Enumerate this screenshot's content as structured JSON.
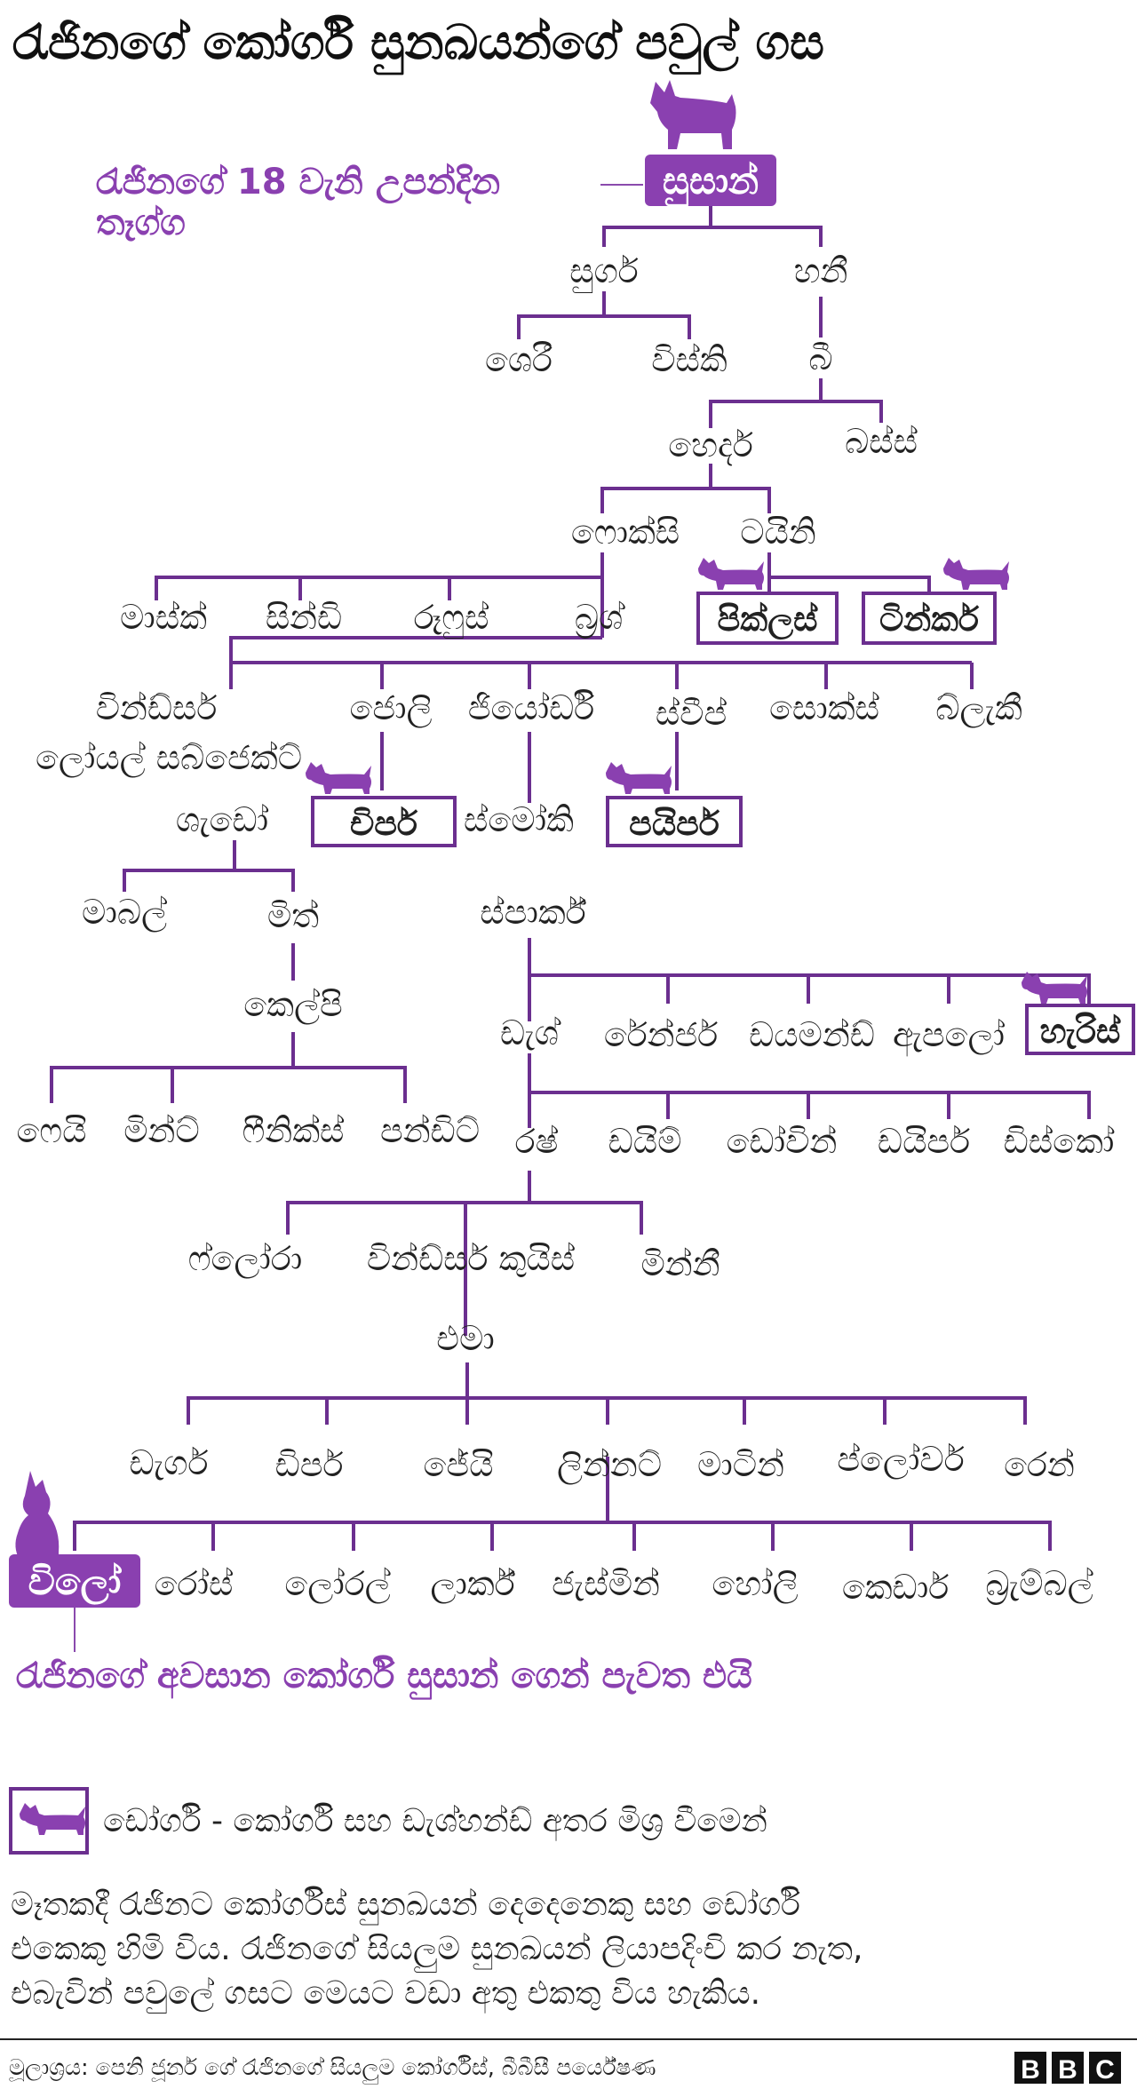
{
  "title": "රැජිනගේ කෝර්ගි සුනඛයන්ගේ පවුල් ගස",
  "colors": {
    "accent": "#8a40b0",
    "line": "#6b2f8f",
    "text": "#222222"
  },
  "icons": {
    "corgi": "corgi-icon",
    "dorgi": "dachshund-icon"
  },
  "root": {
    "name": "සුසාන්",
    "note": [
      "රැජිනගේ  18 වැනි උපන්දින",
      "තෑග්ග"
    ]
  },
  "names": {
    "sugar": "සුගර්",
    "honey": "හනී",
    "sherry": "ශෙරී",
    "whisky": "විස්කි",
    "bee": "බී",
    "heather": "හෙදර්",
    "bass": "බස්ස්",
    "foxy": "ෆොක්සි",
    "tiny": "ටයිනි",
    "mask": "මාස්ක්",
    "cindy": "සින්ඩි",
    "rufus": "රූෆුස්",
    "brush": "බ්‍රශ්",
    "pickles": "පික්ලස්",
    "tinker": "ටින්කර්",
    "windsor_ls": [
      "වින්ඩ්සර්",
      "ලෝයල් සබ්ජෙක්ට්"
    ],
    "jolly": "ජොලි",
    "geordie": "ජියෝර්ඩි",
    "sweep": "ස්වීප්",
    "socks": "සොක්ස්",
    "blackie": "බ්ලැකී",
    "shadow": "ශැඩෝ",
    "piper": "චිපර්",
    "smokey": "ස්මෝකි",
    "piper2": "පයිපර්",
    "mabel": "මාබල්",
    "myth": "මිත්",
    "spark": "ස්පාර්ක්",
    "kelpie": "කෙල්පි",
    "dash": "ඩැශ්",
    "ranger": "රේන්ජර්",
    "diamond": "ඩයමන්ඩ්",
    "apollo": "ඇපලෝ",
    "harris": "හැරිස්",
    "fay": "ෆෙයි",
    "mint": "මින්ට්",
    "phoenix": "ෆීනික්ස්",
    "pundit": "පන්ඩිට්",
    "rush": "රෂ්",
    "dime": "ඩයිම්",
    "dawn": "ඩෝවින්",
    "dipper": "ඩයිපර්",
    "disco": "ඩිස්කෝ",
    "flora": "ෆ්ලෝරා",
    "windsor_q": "වින්ඩ්සර් කුයිස්",
    "minnie": "මින්නී",
    "emma": "එමා",
    "dagger": "ඩැගර්",
    "dipper2": "ඩිපර්",
    "jay": "ජේයි",
    "linnet": "ලින්නට්",
    "martin": "මාටින්",
    "plover": "ප්ලෝවර්",
    "wren": "රෙන්",
    "willow": "විලෝ",
    "rose": "රෝස්",
    "laurel": "ලෝරල්",
    "lark": "ලාර්ක්",
    "jasmine": "ජැස්මින්",
    "holly": "හෝලි",
    "kedar": "කෙඩාර්",
    "bramble": "බ්‍රැම්බල්"
  },
  "footnote_last": "රැජිනගේ අවසාන කෝර්ගි සුසාන් ගෙන් පැවත එයි",
  "legend": {
    "label": "ඩෝර්ගි   - කෝර්ගි සහ ඩැශ්හන්ඩ් අතර මිශ්‍ර වීමෙන්"
  },
  "description": [
    "මෑතකදී රැජිනට කෝර්ගිස් සුනඛයන් දෙදෙනෙකු සහ ඩෝර්ගි",
    "එකෙකු හිමි විය. රැජිනගේ සියලුම සුනඛයන් ලියාපදිංචි කර නැත,",
    "එබැවින් පවුලේ ගසට මෙයට වඩා අතු එකතු විය හැකිය."
  ],
  "source": "මූලාශ්‍රය: පෙනි ජූනර් ගේ රැජිනගේ සියලුම කෝර්ගිස්, බීබීසී පර්යේෂණ",
  "logo": [
    "B",
    "B",
    "C"
  ]
}
